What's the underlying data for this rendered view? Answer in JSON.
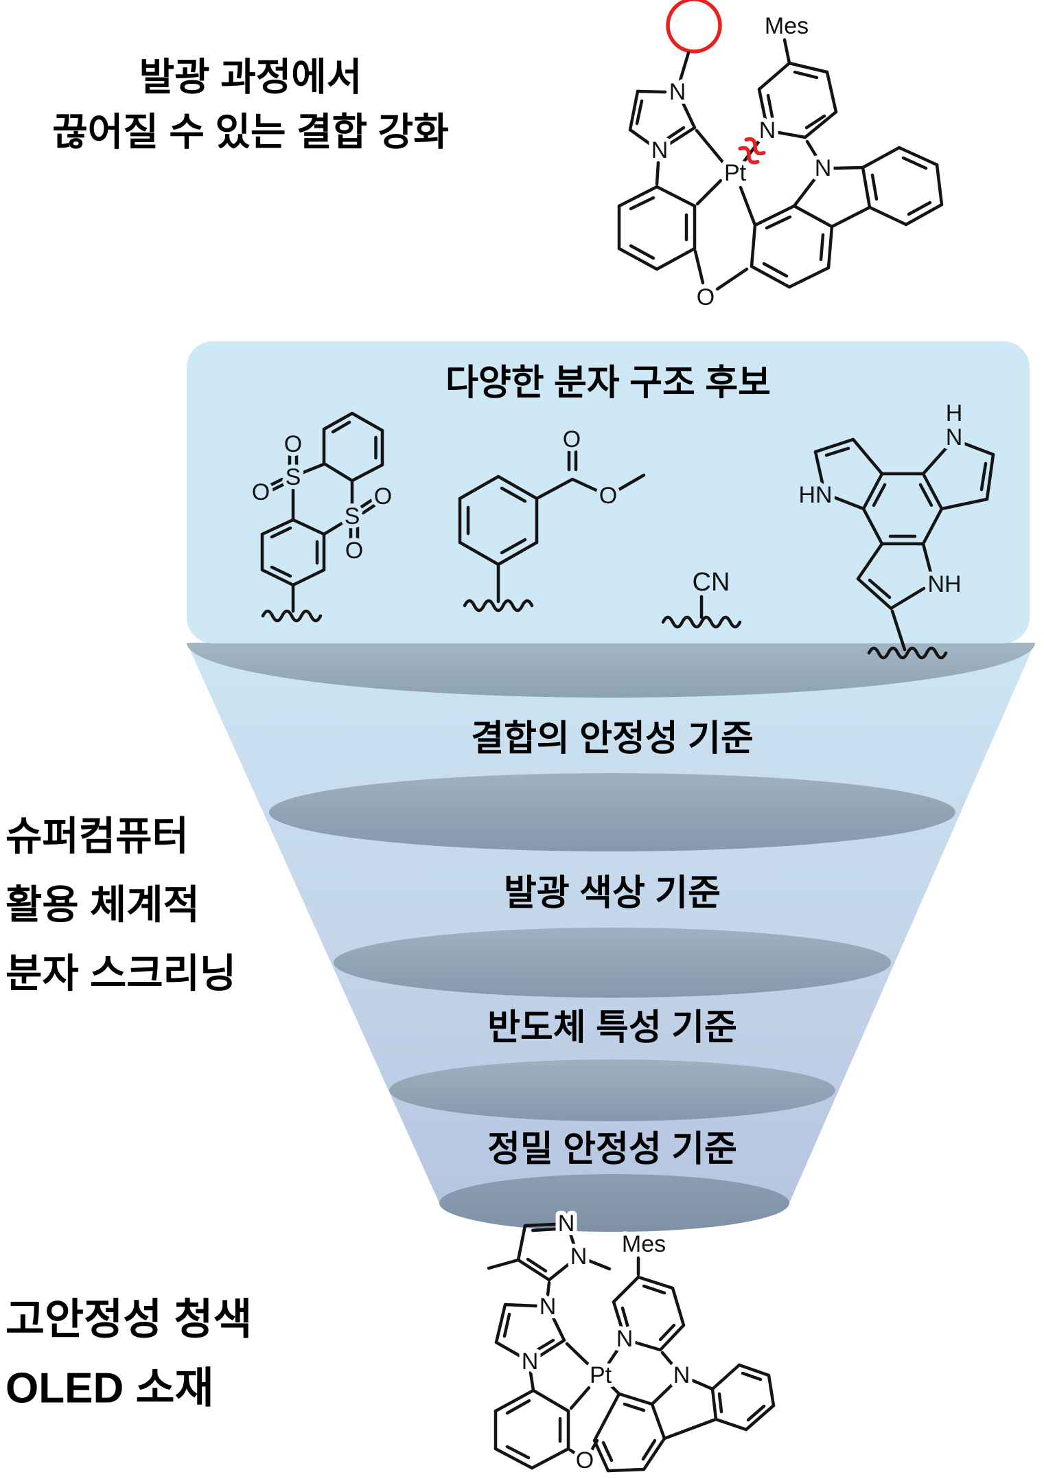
{
  "header": {
    "line1": "발광 과정에서",
    "line2": "끊어질 수 있는 결합 강화"
  },
  "candidates_box": {
    "title": "다양한 분자 구조 후보"
  },
  "funnel": {
    "stages": [
      "결합의 안정성 기준",
      "발광 색상 기준",
      "반도체 특성 기준",
      "정밀 안정성 기준"
    ]
  },
  "left_label": {
    "line1": "슈퍼컴퓨터",
    "line2": "활용 체계적",
    "line3": "분자 스크리닝"
  },
  "result_label": {
    "line1": "고안정성 청색",
    "line2": "OLED 소재"
  },
  "colors": {
    "box_bg": "#cfe8f5",
    "funnel_top": "#cde5f3",
    "funnel_bottom": "#b4c4e0",
    "stage_ellipse": "#8fa5b6",
    "rim": "#97acbb",
    "outlet": "#8396ab",
    "accent_red": "#e8201f",
    "bond_black": "#141414"
  },
  "chem": {
    "top_complex": {
      "labels": {
        "mes": "Mes",
        "n_imid_top": "N",
        "n_imid_bottom": "N",
        "pt": "Pt",
        "n_pyridine": "N",
        "n_carbazole": "N",
        "o_bridge": "O"
      }
    },
    "candidate_sulfone": {
      "labels": {
        "o1": "O",
        "o2": "O",
        "s1": "S",
        "s2": "S",
        "o3": "O",
        "o4": "O"
      }
    },
    "candidate_ester": {
      "labels": {
        "o_carbonyl": "O",
        "o_ether": "O"
      }
    },
    "candidate_nitrile": {
      "labels": {
        "cn": "CN"
      }
    },
    "candidate_tripyrrole": {
      "labels": {
        "h_top": "H",
        "n_top": "N",
        "hn_left": "HN",
        "nh_bottom": "NH"
      }
    },
    "bottom_complex": {
      "labels": {
        "n_pyrazole_1": "N",
        "n_pyrazole_2": "N",
        "n_imid_top": "N",
        "n_imid_bottom": "N",
        "pt": "Pt",
        "mes": "Mes",
        "n_pyridine": "N",
        "n_carbazole": "N",
        "o_bridge": "O"
      }
    }
  }
}
